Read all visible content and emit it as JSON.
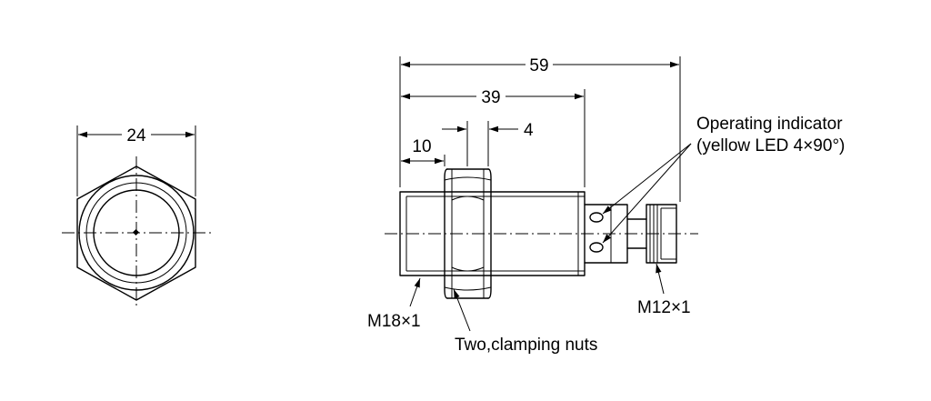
{
  "dimensions": {
    "width_across_flats": "24",
    "overall_length": "59",
    "body_length": "39",
    "nut_thickness": "4",
    "nut_position": "10"
  },
  "labels": {
    "indicator_line1": "Operating indicator",
    "indicator_line2": "(yellow LED 4×90°)",
    "thread_body": "M18×1",
    "thread_connector": "M12×1",
    "nuts": "Two,clamping nuts"
  }
}
